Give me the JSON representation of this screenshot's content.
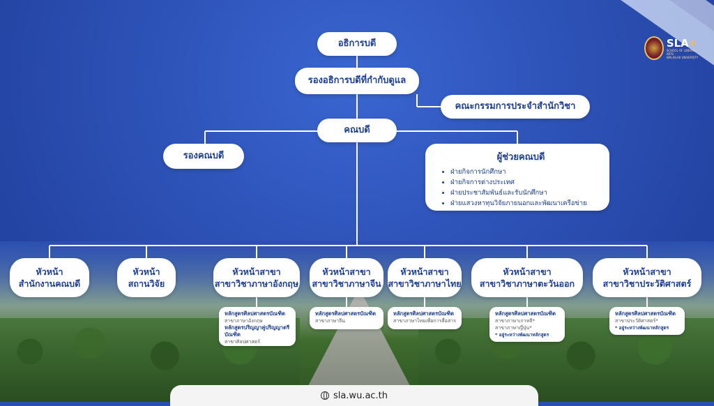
{
  "org_chart": {
    "president": "อธิการบดี",
    "vice_president": "รองอธิการบดีที่กำกับดูแล",
    "committee": "คณะกรรมการประจำสำนักวิชา",
    "dean": "คณบดี",
    "deputy_dean": "รองคณบดี",
    "assistant_dean": {
      "title": "ผู้ช่วยคณบดี",
      "items": [
        "ฝ่ายกิจการนักศึกษา",
        "ฝ่ายกิจการต่างประเทศ",
        "ฝ่ายประชาสัมพันธ์และรับนักศึกษา",
        "ฝ่ายแสวงหาทุนวิจัยภายนอกและพัฒนาเครือข่าย"
      ]
    },
    "departments": [
      {
        "line1": "หัวหน้า",
        "line2": "สำนักงานคณบดี"
      },
      {
        "line1": "หัวหน้า",
        "line2": "สถานวิจัย"
      },
      {
        "line1": "หัวหน้าสาขา",
        "line2": "สาขาวิชาภาษาอังกฤษ"
      },
      {
        "line1": "หัวหน้าสาขา",
        "line2": "สาขาวิชาภาษาจีน"
      },
      {
        "line1": "หัวหน้าสาขา",
        "line2": "สาขาวิชาภาษาไทย"
      },
      {
        "line1": "หัวหน้าสาขา",
        "line2": "สาขาวิชาภาษาตะวันออก"
      },
      {
        "line1": "หัวหน้าสาขา",
        "line2": "สาขาวิชาประวัติศาสตร์"
      }
    ],
    "programs": {
      "english": {
        "t1": "หลักสูตรศิลปศาสตรบัณฑิต",
        "s1": "สาขาภาษาอังกฤษ",
        "t2": "หลักสูตรปริญญาคู่ปริญญาตรีบัณฑิต",
        "s2": "สาขาศิลปศาสตร์"
      },
      "chinese": {
        "t1": "หลักสูตรศิลปศาสตรบัณฑิต",
        "s1": "สาขาภาษาจีน"
      },
      "thai": {
        "t1": "หลักสูตรศิลปศาสตรบัณฑิต",
        "s1": "สาขาภาษาไทยเพื่อการสื่อสาร"
      },
      "eastern": {
        "t1": "หลักสูตรศิลปศาสตรบัณฑิต",
        "s1": "สาขาภาษาเกาหลี*",
        "s2": "สาขาภาษาญี่ปุ่น*",
        "note": "* อยู่ระหว่างพัฒนาหลักสูตร"
      },
      "history": {
        "t1": "หลักสูตรศิลปศาสตรบัณฑิต",
        "s1": "สาขาประวัติศาสตร์*",
        "note": "* อยู่ระหว่างพัฒนาหลักสูตร"
      }
    }
  },
  "logo": {
    "name": "SLA",
    "plus": "+",
    "sub1": "SCHOOL OF LIBERAL ARTS",
    "sub2": "WALAILAK UNIVERSITY"
  },
  "footer": {
    "url": "sla.wu.ac.th",
    "icon": "globe-icon"
  },
  "colors": {
    "box_text": "#1c3f93",
    "background": "#2b4fb0",
    "line": "#ffffff"
  }
}
